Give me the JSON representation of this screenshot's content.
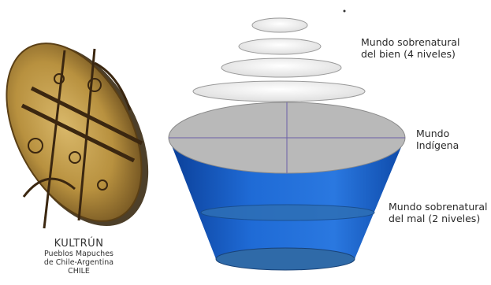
{
  "kultrun": {
    "title": "KULTRÚN",
    "subtitle_lines": [
      "Pueblos Mapuches",
      "de Chile-Argentina",
      "CHILE"
    ]
  },
  "labels": {
    "upper": [
      "Mundo sobrenatural",
      "del bien  (4 niveles)"
    ],
    "middle": [
      "Mundo",
      "Indígena"
    ],
    "lower": [
      "Mundo sobrenatural",
      "del mal (2 niveles)"
    ]
  },
  "colors": {
    "lower_world": "#1f6bd6",
    "middle_world": "#b9b9b9",
    "upper_discs": "#f1f1f1",
    "drum": "#b08a3e"
  }
}
